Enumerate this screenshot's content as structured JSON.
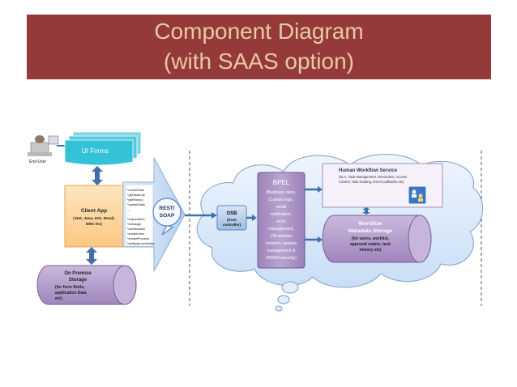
{
  "slide": {
    "title_line1": "Component Diagram",
    "title_line2": "(with SAAS option)"
  },
  "diagram": {
    "end_user_label": "End-User",
    "ui_forms_label": "UI Forms",
    "client_app": {
      "title": "Client App",
      "line1": "(.Net, Java, IOS, Email,",
      "line2": "EBS etc)"
    },
    "api_list": [
      "*createTask",
      "*getTaskList",
      "*getHistory",
      "*updateTask",
      "....",
      "....",
      "*requestInfo",
      "*reAssign",
      "*setVacation",
      "*createUser",
      "*createProcess",
      "*setApproverMatrix"
    ],
    "rest_soap_line1": "REST/",
    "rest_soap_line2": "SOAP",
    "osb": {
      "title": "OSB",
      "sub1": "(front",
      "sub2": "controller)"
    },
    "bpel": {
      "title": "BPEL",
      "lines": [
        "(Business rules,",
        "Custom logic,",
        "email",
        "notification,",
        "error",
        "management,",
        "DB worklist",
        "creation, session",
        "management &",
        "OWSM security)"
      ]
    },
    "human_workflow": {
      "title": "Human Workflow Service",
      "line1": "(SLA, Task Management, Reminders, Access",
      "line2": "Control, Task Routing, Event Callbacks etc)"
    },
    "workflow_storage": {
      "lines": [
        "Workflow",
        "Metadata Storage",
        "(for users, worklist,",
        "approval matrix, task",
        "history etc)"
      ]
    },
    "on_premise_storage": {
      "lines": [
        "On Premise",
        "Storage",
        "(for form fields,",
        "application Data",
        "etc)"
      ]
    },
    "colors": {
      "title_band": "#953a3a",
      "title_text": "#e8c9a6",
      "client_app_fill": "#fcd49a",
      "ui_forms_fill": "#33c2d8",
      "storage_fill": "#b9a3cf",
      "cloud_fill": "#d9e8f9",
      "arrow_fill": "#c6dcf4",
      "connector": "#3f6ea8",
      "bpel_fill": "#a58cbf"
    }
  }
}
